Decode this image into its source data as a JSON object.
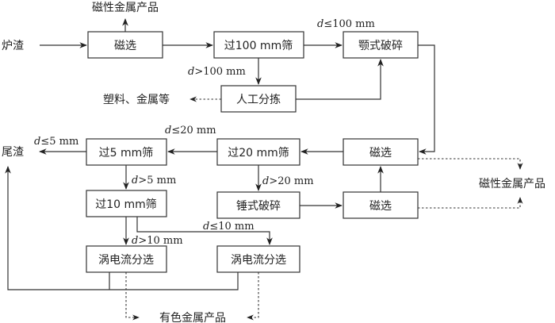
{
  "diagram": {
    "input": "炉渣",
    "outputs": {
      "magnetic_top": "磁性金属产品",
      "magnetic_right": "磁性金属产品",
      "plastics": "塑料、金属等",
      "tailings": "尾渣",
      "nonferrous": "有色金属产品"
    },
    "nodes": {
      "mag1": "磁选",
      "screen100": "过100 mm筛",
      "jaw": "颚式破碎",
      "manual": "人工分拣",
      "mag2": "磁选",
      "screen20": "过20 mm筛",
      "screen5": "过5 mm筛",
      "hammer": "锤式破碎",
      "mag3": "磁选",
      "screen10": "过10 mm筛",
      "eddy1": "涡电流分选",
      "eddy2": "涡电流分选"
    },
    "edge_labels": {
      "le100": {
        "var": "d",
        "rest": "≤100 mm"
      },
      "gt100": {
        "var": "d",
        "rest": ">100 mm"
      },
      "le20": {
        "var": "d",
        "rest": "≤20 mm"
      },
      "gt20": {
        "var": "d",
        "rest": ">20 mm"
      },
      "le5": {
        "var": "d",
        "rest": "≤5 mm"
      },
      "gt5": {
        "var": "d",
        "rest": ">5 mm"
      },
      "le10": {
        "var": "d",
        "rest": "≤10 mm"
      },
      "gt10": {
        "var": "d",
        "rest": ">10 mm"
      }
    }
  }
}
